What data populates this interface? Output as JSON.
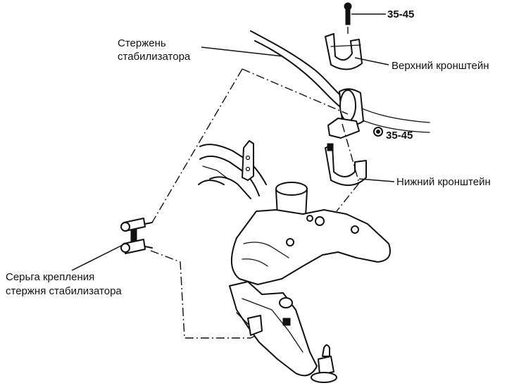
{
  "labels": {
    "stabilizer_bar_line1": "Стержень",
    "stabilizer_bar_line2": "стабилизатора",
    "upper_bracket": "Верхний кронштейн",
    "lower_bracket": "Нижний кронштейн",
    "link_line1": "Серьга крепления",
    "link_line2": "стержня стабилизатора",
    "torque_top_bolt": "35-45",
    "torque_bracket_nut": "35-45"
  }
}
